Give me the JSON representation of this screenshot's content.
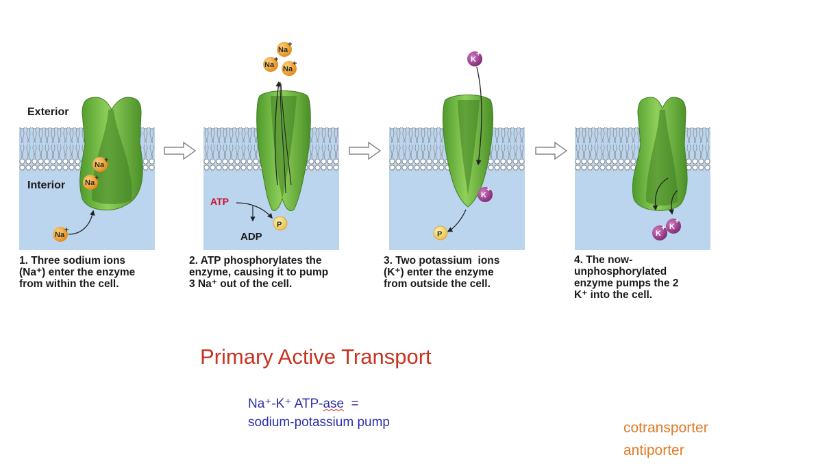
{
  "diagram": {
    "exterior_label": "Exterior",
    "interior_label": "Interior",
    "ions": {
      "sodium": "Na",
      "potassium": "K",
      "phosphate": "P",
      "charge": "+"
    },
    "atp_label": "ATP",
    "adp_label": "ADP",
    "steps": [
      {
        "caption": "1. Three sodium ions\n(Na⁺) enter the enzyme\nfrom within the cell."
      },
      {
        "caption": "2. ATP phosphorylates the\nenzyme, causing it to pump\n3 Na⁺ out of the cell."
      },
      {
        "caption": "3. Two potassium  ions\n(K⁺) enter the enzyme\nfrom outside the cell."
      },
      {
        "caption": "4. The now-\nunphosphorylated\nenzyme pumps the 2\nK⁺ into the cell."
      }
    ],
    "colors": {
      "interior": "#bcd5ef",
      "protein": "#6fb542",
      "protein_dark": "#3f7f22",
      "sodium": "#f0a02c",
      "potassium": "#9d3b8f",
      "phosphate": "#f2d36a",
      "atp": "#c8102e"
    }
  },
  "slide": {
    "title": "Primary Active Transport",
    "definition_line1_prefix": "Na⁺-K⁺ ATP-",
    "definition_line1_squiggle": "ase",
    "definition_line1_suffix": "  =",
    "definition_line2": "sodium-potassium pump",
    "terms": [
      "cotransporter",
      "antiporter"
    ]
  }
}
